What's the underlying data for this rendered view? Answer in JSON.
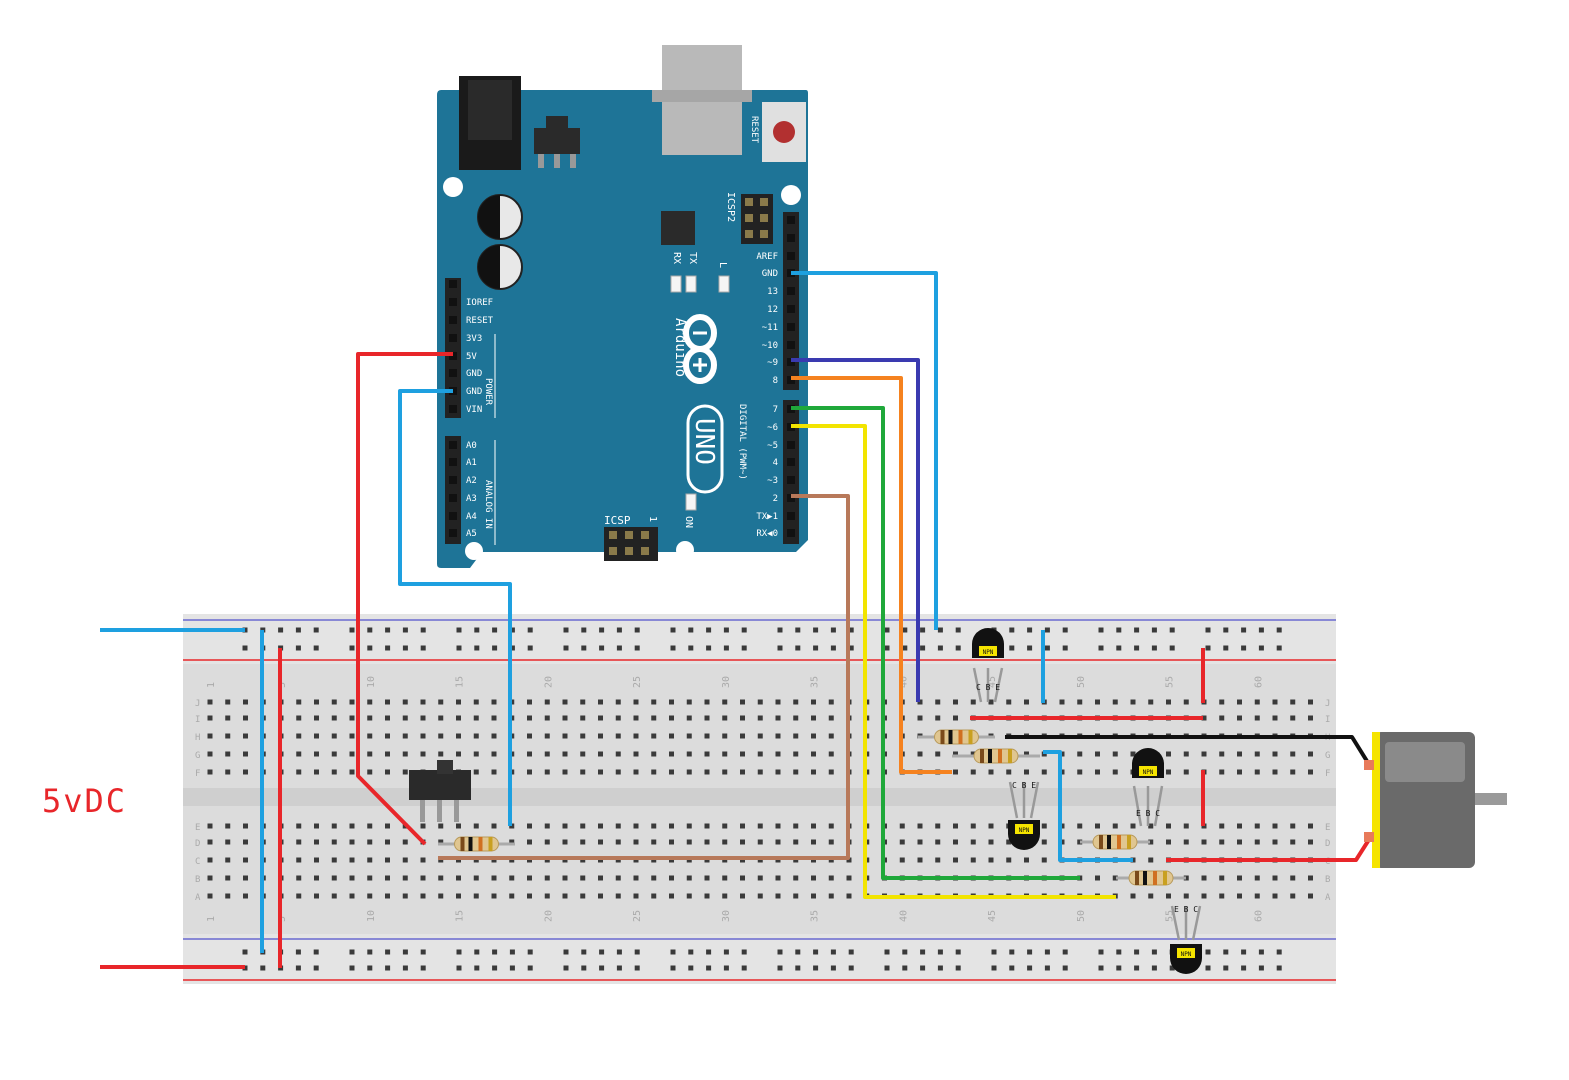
{
  "title_label": "5vDC",
  "arduino": {
    "reset_label": "RESET",
    "icsp2_label": "ICSP2",
    "icsp_label": "ICSP",
    "icsp_pin1": "1",
    "tx_label": "TX",
    "rx_label": "RX",
    "l_label": "L",
    "on_label": "ON",
    "brand": "Arduino",
    "model": "UNO",
    "power_header": "POWER",
    "analog_header": "ANALOG IN",
    "digital_header": "DIGITAL (PWM~)",
    "power_pins": [
      "IOREF",
      "RESET",
      "3V3",
      "5V",
      "GND",
      "GND",
      "VIN"
    ],
    "analog_pins": [
      "A0",
      "A1",
      "A2",
      "A3",
      "A4",
      "A5"
    ],
    "digital_pins_top": [
      "AREF",
      "GND",
      "13",
      "12",
      "~11",
      "~10",
      "~9",
      "8"
    ],
    "digital_pins_bottom": [
      "7",
      "~6",
      "~5",
      "4",
      "~3",
      "2",
      "TX▶1",
      "RX◀0"
    ]
  },
  "breadboard": {
    "column_numbers": [
      "1",
      "5",
      "10",
      "15",
      "20",
      "25",
      "30",
      "35",
      "40",
      "45",
      "50",
      "55",
      "60"
    ],
    "row_letters_top": [
      "J",
      "I",
      "H",
      "G",
      "F"
    ],
    "row_letters_bottom": [
      "E",
      "D",
      "C",
      "B",
      "A"
    ]
  },
  "transistors": [
    {
      "name": "npn-q1",
      "label": "NPN",
      "pins": "C B E"
    },
    {
      "name": "npn-q2",
      "label": "NPN",
      "pins": "C B E"
    },
    {
      "name": "npn-q3",
      "label": "NPN",
      "pins": "E B C"
    },
    {
      "name": "npn-q4",
      "label": "NPN",
      "pins": "E B C"
    }
  ],
  "wire_colors": {
    "power": "#e8262a",
    "ground": "#1ea0e0",
    "pin9": "#3a3ab0",
    "pin8": "#f5821f",
    "pin7": "#1fa83a",
    "pin6": "#f2e400",
    "pin2": "#b8795a",
    "motor": "#111111"
  },
  "board_color": "#1e7497"
}
